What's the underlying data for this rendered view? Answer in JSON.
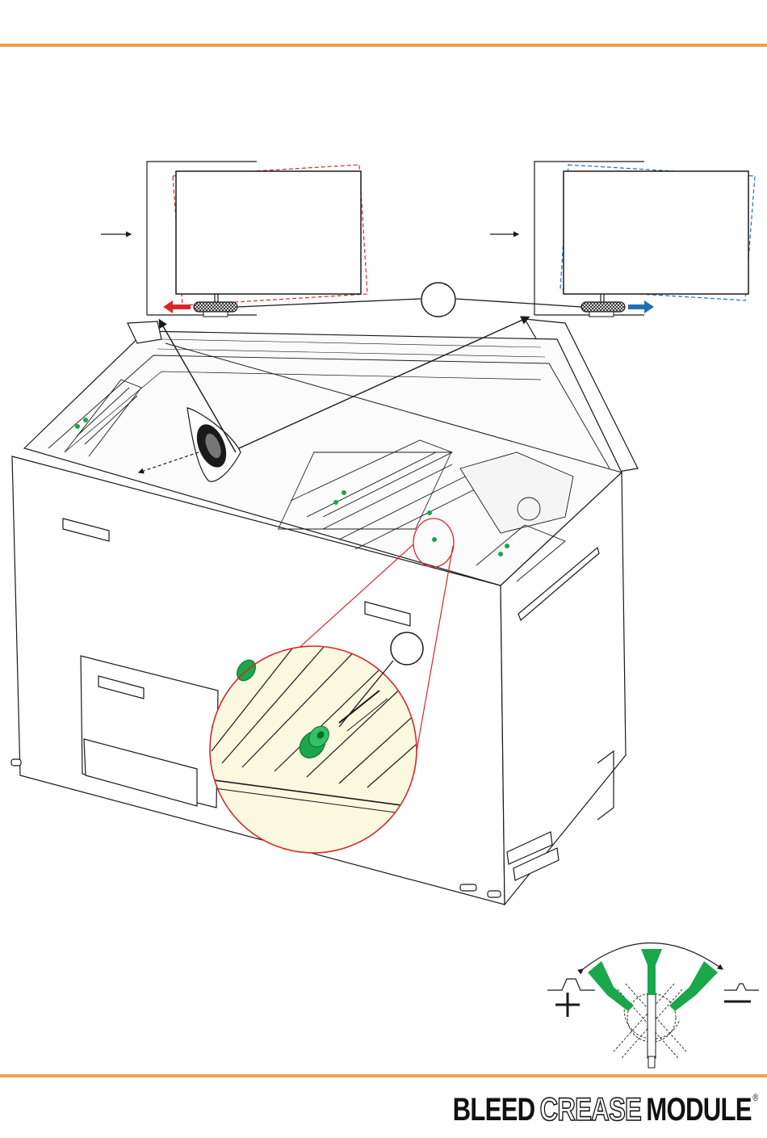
{
  "colors": {
    "accent_rule": "#f0a04b",
    "line": "#1a1a1a",
    "skew_left": "#d9262c",
    "skew_right": "#1f6fb5",
    "knob_green": "#1aa64a",
    "zoom_fill": "#fbf8e0",
    "zoom_border": "#d9262c"
  },
  "icons": {
    "callout_left": "callout-circle-icon",
    "callout_zoom": "callout-circle-icon",
    "arrow_left": "arrow-left-icon",
    "arrow_right": "arrow-right-icon",
    "knob": "knurled-knob-icon",
    "plus": "plus-icon",
    "minus": "minus-icon"
  },
  "logo": {
    "word1": "BLEED",
    "word2": "CREASE",
    "word3": "MODULE",
    "mark": "®"
  }
}
